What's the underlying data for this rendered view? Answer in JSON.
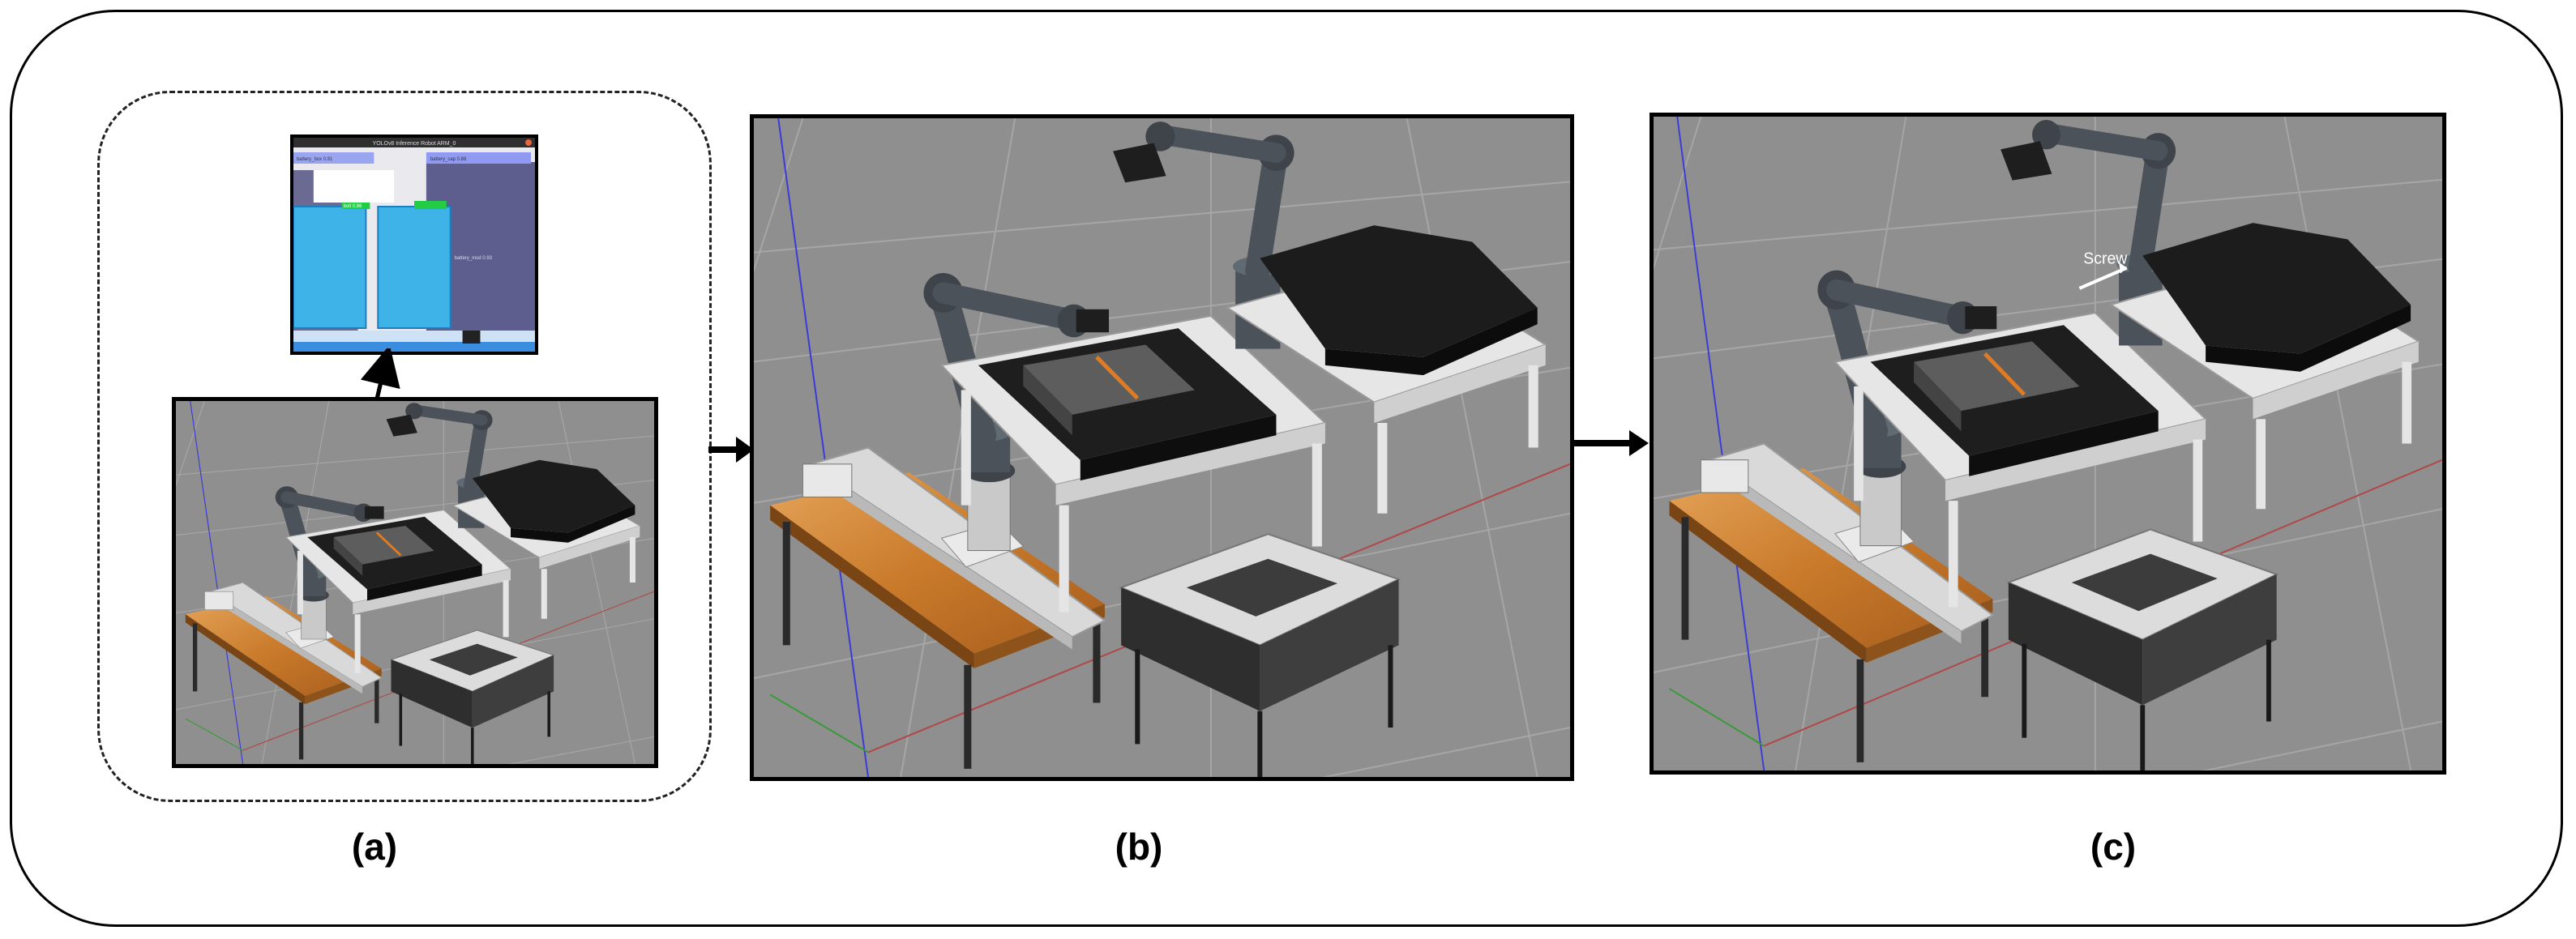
{
  "panels": [
    {
      "id": "a",
      "label": "(a)"
    },
    {
      "id": "b",
      "label": "(b)"
    },
    {
      "id": "c",
      "label": "(c)"
    }
  ],
  "inset": {
    "title": "YOLOv8 Inference Robot ARM_0",
    "detections": [
      "battery_box 0.91",
      "battery_cap 0.88",
      "bolt 0.86",
      "battery_mod 0.93"
    ]
  },
  "annotation": {
    "screw_label": "Screw"
  },
  "colors": {
    "floor": "#8f8f8f",
    "grid": "#a9a9a9",
    "robot": "#4b5259",
    "table_wood": "#c97a2a",
    "battery_pack": "#1e1e1e",
    "detection_box": "#3db3e8",
    "detection_label": "#22cc44"
  }
}
